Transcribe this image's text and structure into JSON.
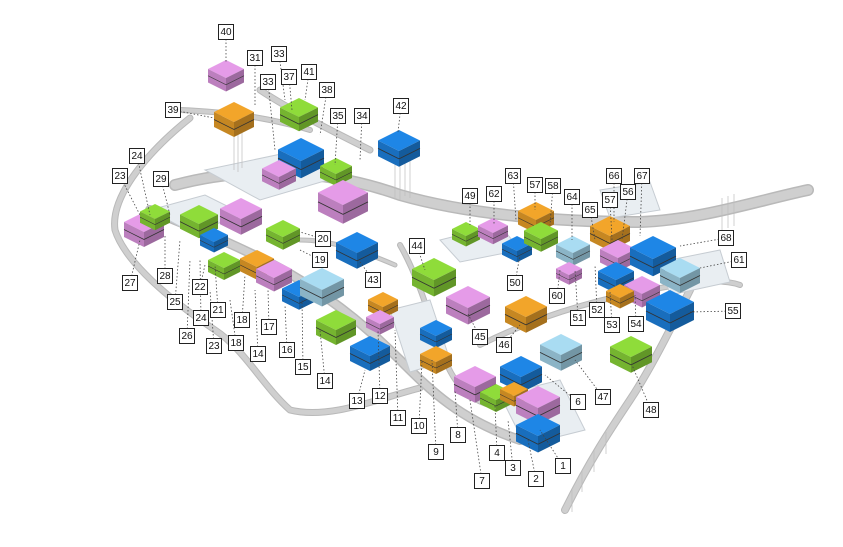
{
  "colors": {
    "pink": "#e59be8",
    "green": "#8fdc3a",
    "orange": "#f2a52a",
    "blue": "#1e86e6",
    "cyan": "#a9dcf2",
    "grey": "#d0d0d0"
  },
  "labels": [
    {
      "id": "1",
      "text": "1"
    },
    {
      "id": "2",
      "text": "2"
    },
    {
      "id": "3",
      "text": "3"
    },
    {
      "id": "4",
      "text": "4"
    },
    {
      "id": "6",
      "text": "6"
    },
    {
      "id": "7",
      "text": "7"
    },
    {
      "id": "8",
      "text": "8"
    },
    {
      "id": "9",
      "text": "9"
    },
    {
      "id": "10",
      "text": "10"
    },
    {
      "id": "11",
      "text": "11"
    },
    {
      "id": "12",
      "text": "12"
    },
    {
      "id": "13",
      "text": "13"
    },
    {
      "id": "14a",
      "text": "14"
    },
    {
      "id": "14b",
      "text": "14"
    },
    {
      "id": "15",
      "text": "15"
    },
    {
      "id": "16",
      "text": "16"
    },
    {
      "id": "17",
      "text": "17"
    },
    {
      "id": "18a",
      "text": "18"
    },
    {
      "id": "18b",
      "text": "18"
    },
    {
      "id": "19",
      "text": "19"
    },
    {
      "id": "20",
      "text": "20"
    },
    {
      "id": "21",
      "text": "21"
    },
    {
      "id": "22",
      "text": "22"
    },
    {
      "id": "23a",
      "text": "23"
    },
    {
      "id": "23b",
      "text": "23"
    },
    {
      "id": "24a",
      "text": "24"
    },
    {
      "id": "24b",
      "text": "24"
    },
    {
      "id": "25",
      "text": "25"
    },
    {
      "id": "26",
      "text": "26"
    },
    {
      "id": "27",
      "text": "27"
    },
    {
      "id": "28",
      "text": "28"
    },
    {
      "id": "29",
      "text": "29"
    },
    {
      "id": "31",
      "text": "31"
    },
    {
      "id": "33a",
      "text": "33"
    },
    {
      "id": "33b",
      "text": "33"
    },
    {
      "id": "34",
      "text": "34"
    },
    {
      "id": "35",
      "text": "35"
    },
    {
      "id": "37",
      "text": "37"
    },
    {
      "id": "38",
      "text": "38"
    },
    {
      "id": "39",
      "text": "39"
    },
    {
      "id": "40",
      "text": "40"
    },
    {
      "id": "41",
      "text": "41"
    },
    {
      "id": "42",
      "text": "42"
    },
    {
      "id": "43",
      "text": "43"
    },
    {
      "id": "44",
      "text": "44"
    },
    {
      "id": "45",
      "text": "45"
    },
    {
      "id": "46",
      "text": "46"
    },
    {
      "id": "47",
      "text": "47"
    },
    {
      "id": "48",
      "text": "48"
    },
    {
      "id": "49",
      "text": "49"
    },
    {
      "id": "50",
      "text": "50"
    },
    {
      "id": "51",
      "text": "51"
    },
    {
      "id": "52",
      "text": "52"
    },
    {
      "id": "53",
      "text": "53"
    },
    {
      "id": "54",
      "text": "54"
    },
    {
      "id": "55",
      "text": "55"
    },
    {
      "id": "56",
      "text": "56"
    },
    {
      "id": "57a",
      "text": "57"
    },
    {
      "id": "57b",
      "text": "57"
    },
    {
      "id": "58",
      "text": "58"
    },
    {
      "id": "60",
      "text": "60"
    },
    {
      "id": "61",
      "text": "61"
    },
    {
      "id": "62",
      "text": "62"
    },
    {
      "id": "63",
      "text": "63"
    },
    {
      "id": "64",
      "text": "64"
    },
    {
      "id": "65",
      "text": "65"
    },
    {
      "id": "66",
      "text": "66"
    },
    {
      "id": "67",
      "text": "67"
    },
    {
      "id": "68",
      "text": "68"
    }
  ]
}
